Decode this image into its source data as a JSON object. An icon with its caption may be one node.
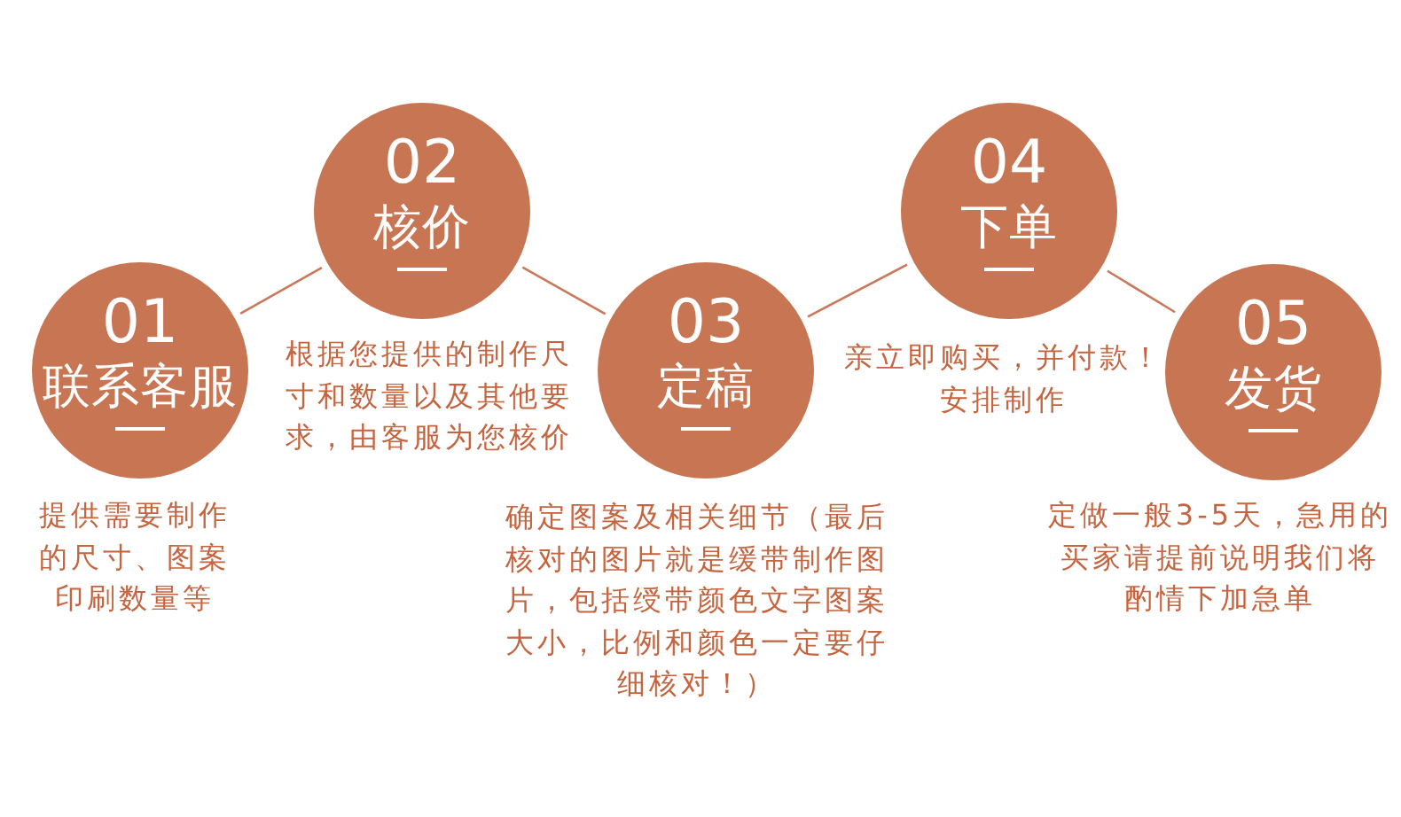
{
  "diagram": {
    "nodes": [
      {
        "text": [
          "01",
          "联系客服"
        ],
        "beside": [
          "提供需要制作的尺寸、图案印刷数量等"
        ]
      },
      {
        "text": [
          "02",
          "核价"
        ],
        "beside": [
          "根据您提供的制作尺寸和数量以及其他要求，由客服为您核价"
        ]
      },
      {
        "text": [
          "03",
          "定稿"
        ],
        "beside": [
          "确定图案及相关细节（最后核对的图片就是缓带制作图片，包括绶带颜色文字图案大小，比例和颜色一定要仔细核对！）"
        ]
      },
      {
        "text": [
          "04",
          "下单"
        ],
        "beside": [
          "亲立即购买，并付款！安排制作"
        ]
      },
      {
        "text": [
          "05",
          "发货"
        ],
        "beside": [
          "定做一般3-5天，急用的买家请提前说明我们将酌情下加急单"
        ]
      }
    ],
    "edges": [
      {
        "from": 0,
        "to": 1,
        "arrow": "none"
      },
      {
        "from": 1,
        "to": 2,
        "arrow": "none"
      },
      {
        "from": 2,
        "to": 3,
        "arrow": "none"
      },
      {
        "from": 3,
        "to": 4,
        "arrow": "none"
      }
    ]
  }
}
